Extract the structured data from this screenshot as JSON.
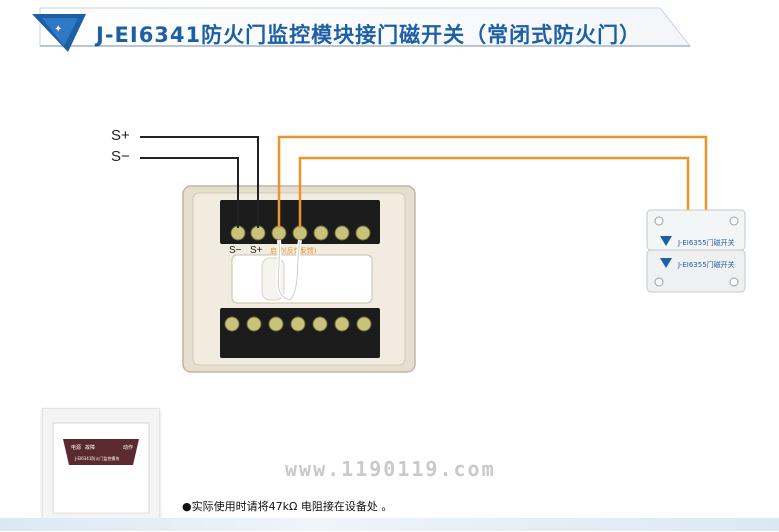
{
  "title": "J-EI6341防火门监控模块接门磁开关（常闭式防火门）",
  "wires": {
    "s_plus": "S+",
    "s_minus": "S−"
  },
  "module": {
    "terminal_labels": [
      "S−",
      "S+"
    ],
    "tag_labels": [
      "启动(反馈)",
      "(反馈)"
    ]
  },
  "door_switch": {
    "label_top": "J-EI6355门磁开关",
    "label_bottom": "J-EI6355门磁开关"
  },
  "thumbnail": {
    "panel_text_1": "电源",
    "panel_text_2": "故障",
    "panel_text_3": "动作",
    "panel_caption": "J-EI6341防火门监控模块"
  },
  "watermark": "www.1190119.com",
  "note": "●实际使用时请将47kΩ 电阻接在设备处 。",
  "colors": {
    "accent": "#1d5fa6",
    "wire_signal": "#e8962a",
    "wire_bus": "#222222"
  }
}
